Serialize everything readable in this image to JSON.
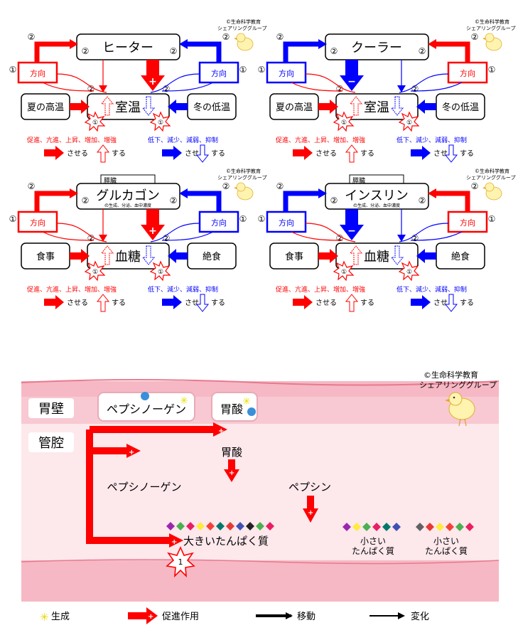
{
  "colors": {
    "red": "#ff0000",
    "blue": "#0000ff",
    "stomach_wall": "#f6b8c4",
    "lumen": "#fde8ec",
    "black": "#000000"
  },
  "copyright_small": [
    "©生命科学教育",
    "シェアリンググループ"
  ],
  "circled": {
    "one": "①",
    "two": "②"
  },
  "panels": [
    {
      "id": "heater",
      "header": "ヒーター",
      "sub": "",
      "center": "室温",
      "left_box": "夏の高温",
      "right_box": "冬の低温",
      "dir": "方向",
      "center_sign": "+",
      "tag": ""
    },
    {
      "id": "cooler",
      "header": "クーラー",
      "sub": "",
      "center": "室温",
      "left_box": "夏の高温",
      "right_box": "冬の低温",
      "dir": "方向",
      "center_sign": "−",
      "tag": ""
    },
    {
      "id": "glucagon",
      "header": "グルカゴン",
      "sub": "の生成、分泌、血中濃度",
      "center": "血糖",
      "left_box": "食事",
      "right_box": "絶食",
      "dir": "方向",
      "center_sign": "+",
      "tag": "膵臓"
    },
    {
      "id": "insulin",
      "header": "インスリン",
      "sub": "の生成、分泌、血中濃度",
      "center": "血糖",
      "left_box": "食事",
      "right_box": "絶食",
      "dir": "方向",
      "center_sign": "−",
      "tag": "膵臓"
    }
  ],
  "panel_legend": {
    "red_words": "促進、亢進、上昇、増加、増強",
    "blue_words": "低下、減少、減弱、抑制",
    "make": "させる",
    "do": "する"
  },
  "stomach": {
    "copyright": [
      "©生命科学教育",
      "シェアリンググループ"
    ],
    "wall_label": "胃壁",
    "lumen_label": "管腔",
    "pepsinogen_box": "ペプシノーゲン",
    "acid_box": "胃酸",
    "acid_label": "胃酸",
    "pepsinogen_label": "ペプシノーゲン",
    "pepsin_label": "ペプシン",
    "big_protein": "大きいたんぱく質",
    "small_protein_1": [
      "小さい",
      "たんぱく質"
    ],
    "small_protein_2": [
      "小さい",
      "たんぱく質"
    ],
    "burst_num": "1",
    "big_colors": [
      "#9b27b0",
      "#4caf50",
      "#e91e63",
      "#ffeb3b",
      "#f44336",
      "#00796b",
      "#e53935",
      "#3f51b5",
      "#212121",
      "#4caf50",
      "#e91e63"
    ],
    "small1_colors": [
      "#9b27b0",
      "#ffeb3b",
      "#4caf50",
      "#e91e63",
      "#00796b",
      "#3f51b5"
    ],
    "small2_colors": [
      "#616161",
      "#e53935",
      "#ffeb3b",
      "#f44336",
      "#4caf50",
      "#e91e63"
    ]
  },
  "bottom_legend": {
    "gen": "生成",
    "promote": "促進作用",
    "move": "移動",
    "change": "変化"
  }
}
